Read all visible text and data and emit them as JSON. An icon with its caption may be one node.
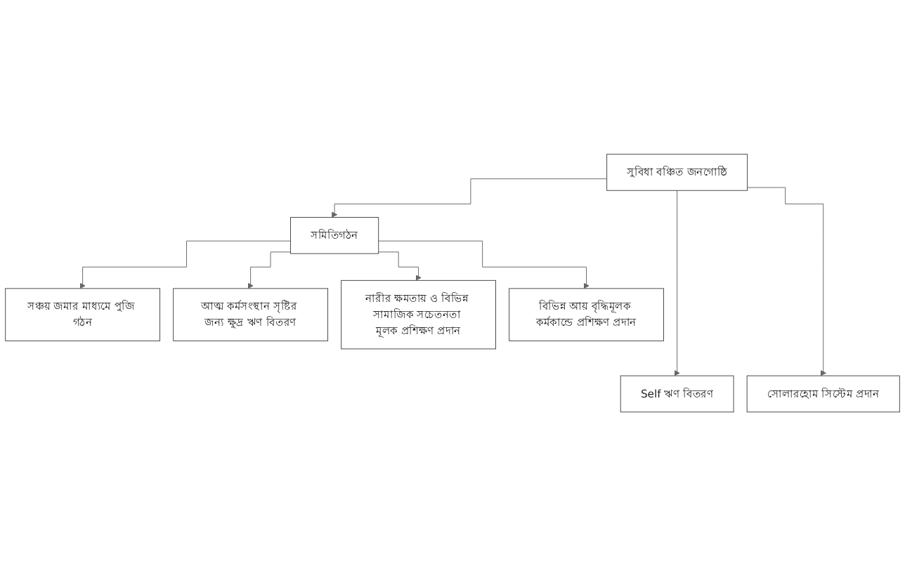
{
  "diagram": {
    "nodes": [
      {
        "text": [
          "সুবিধা বঞ্চিত জনগোষ্ঠি"
        ]
      },
      {
        "text": [
          "সমিতিগঠন"
        ]
      },
      {
        "text": [
          "সঞ্চয় জমার মাধ্যমে পুজি গঠন"
        ]
      },
      {
        "text": [
          "আত্ম কর্মসংস্থান সৃষ্টির জন্য ক্ষুদ্র ঋণ বিতরণ"
        ]
      },
      {
        "text": [
          "নারীর ক্ষমতায় ও বিভিন্ন সামাজিক সচেতনতা মূলক প্রশিক্ষণ প্রদান"
        ]
      },
      {
        "text": [
          "বিভিন্ন আয় বৃদ্ধিমূলক কর্মকান্ডে প্রশিক্ষণ প্রদান"
        ]
      },
      {
        "text": [
          "Self ঋণ বিতরণ"
        ]
      },
      {
        "text": [
          "সোলারহোম সিস্টেম প্রদান"
        ]
      }
    ],
    "edges": [
      {
        "from": 0,
        "to": 1,
        "arrow": "to"
      },
      {
        "from": 1,
        "to": 2,
        "arrow": "to"
      },
      {
        "from": 1,
        "to": 3,
        "arrow": "to"
      },
      {
        "from": 1,
        "to": 4,
        "arrow": "to"
      },
      {
        "from": 1,
        "to": 5,
        "arrow": "to"
      },
      {
        "from": 0,
        "to": 6,
        "arrow": "to"
      },
      {
        "from": 0,
        "to": 7,
        "arrow": "to"
      }
    ]
  }
}
